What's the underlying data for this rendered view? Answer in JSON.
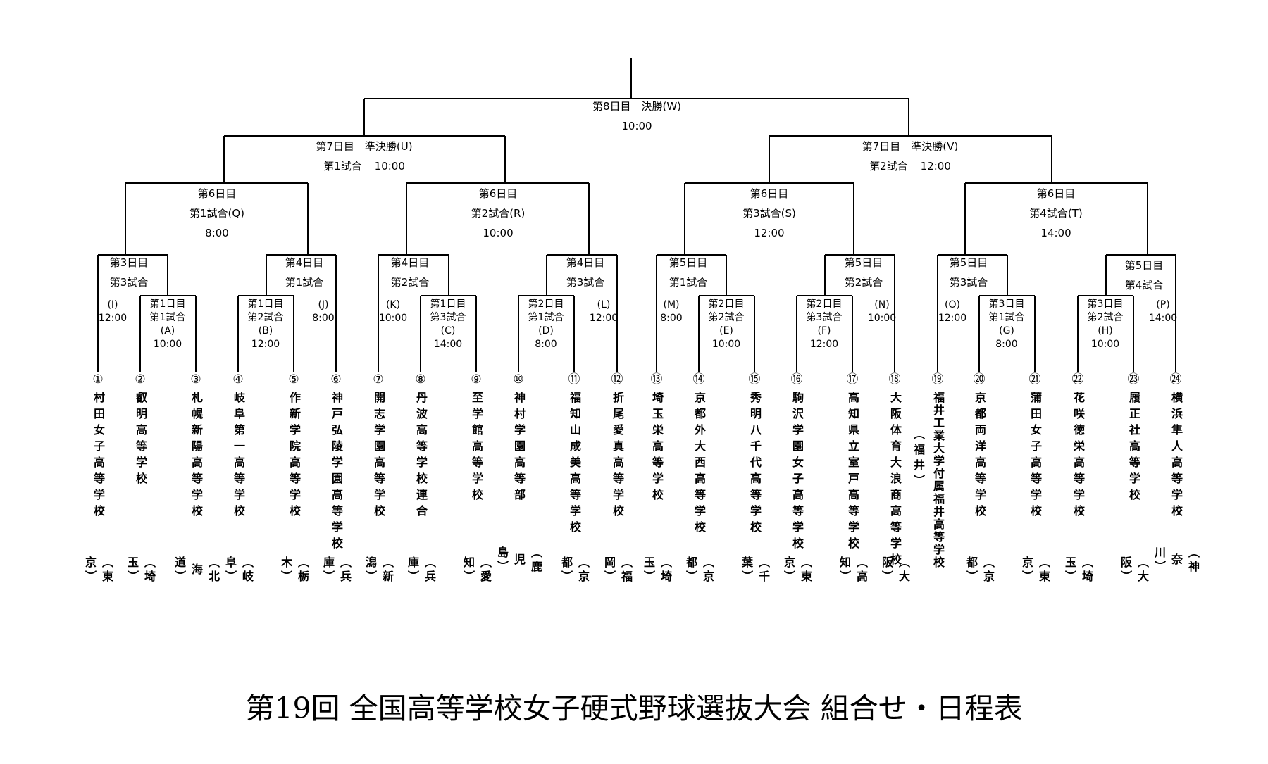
{
  "title": "第19回 全国高等学校女子硬式野球選抜大会 組合せ・日程表",
  "final": {
    "line1": "第8日目　決勝(W)",
    "line2": "10:00"
  },
  "semis": [
    {
      "line1": "第7日目　準決勝(U)",
      "match": "第1試合",
      "time": "10:00"
    },
    {
      "line1": "第7日目　準決勝(V)",
      "match": "第2試合",
      "time": "12:00"
    }
  ],
  "quarters": [
    {
      "day": "第6日目",
      "match": "第1試合(Q)",
      "time": "8:00"
    },
    {
      "day": "第6日目",
      "match": "第2試合(R)",
      "time": "10:00"
    },
    {
      "day": "第6日目",
      "match": "第3試合(S)",
      "time": "12:00"
    },
    {
      "day": "第6日目",
      "match": "第4試合(T)",
      "time": "14:00"
    }
  ],
  "round2": [
    {
      "day": "第3日目",
      "match": "第3試合",
      "code": "(I)",
      "time": "12:00"
    },
    {
      "day": "第4日目",
      "match": "第1試合",
      "code": "(J)",
      "time": "8:00"
    },
    {
      "day": "第4日目",
      "match": "第2試合",
      "code": "(K)",
      "time": "10:00"
    },
    {
      "day": "第4日目",
      "match": "第3試合",
      "code": "(L)",
      "time": "12:00"
    },
    {
      "day": "第5日目",
      "match": "第1試合",
      "code": "(M)",
      "time": "8:00"
    },
    {
      "day": "第5日目",
      "match": "第2試合",
      "code": "(N)",
      "time": "10:00"
    },
    {
      "day": "第5日目",
      "match": "第3試合",
      "code": "(O)",
      "time": "12:00"
    },
    {
      "day": "第5日目",
      "match": "第4試合",
      "code": "(P)",
      "time": "14:00"
    }
  ],
  "round1": [
    {
      "day": "第1日目",
      "match": "第1試合",
      "code": "(A)",
      "time": "10:00"
    },
    {
      "day": "第1日目",
      "match": "第2試合",
      "code": "(B)",
      "time": "12:00"
    },
    {
      "day": "第1日目",
      "match": "第3試合",
      "code": "(C)",
      "time": "14:00"
    },
    {
      "day": "第2日目",
      "match": "第1試合",
      "code": "(D)",
      "time": "8:00"
    },
    {
      "day": "第2日目",
      "match": "第2試合",
      "code": "(E)",
      "time": "10:00"
    },
    {
      "day": "第2日目",
      "match": "第3試合",
      "code": "(F)",
      "time": "12:00"
    },
    {
      "day": "第3日目",
      "match": "第1試合",
      "code": "(G)",
      "time": "8:00"
    },
    {
      "day": "第3日目",
      "match": "第2試合",
      "code": "(H)",
      "time": "10:00"
    }
  ],
  "teams": [
    {
      "num": "①",
      "name": "村田女子高等学校",
      "pref": "（東京）"
    },
    {
      "num": "②",
      "name": "叡明高等学校",
      "pref": "（埼玉）"
    },
    {
      "num": "③",
      "name": "札幌新陽高等学校",
      "pref": "（北海道）"
    },
    {
      "num": "④",
      "name": "岐阜第一高等学校",
      "pref": "（岐阜）"
    },
    {
      "num": "⑤",
      "name": "作新学院高等学校",
      "pref": "（栃木）"
    },
    {
      "num": "⑥",
      "name": "神戸弘陵学園高等学校",
      "pref": "（兵庫）"
    },
    {
      "num": "⑦",
      "name": "開志学園高等学校",
      "pref": "（新潟）"
    },
    {
      "num": "⑧",
      "name": "丹波高等学校連合",
      "pref": "（兵庫）"
    },
    {
      "num": "⑨",
      "name": "至学館高等学校",
      "pref": "（愛知）"
    },
    {
      "num": "⑩",
      "name": "神村学園高等部",
      "pref": "（鹿児島）"
    },
    {
      "num": "⑪",
      "name": "福知山成美高等学校",
      "pref": "（京都）"
    },
    {
      "num": "⑫",
      "name": "折尾愛真高等学校",
      "pref": "（福岡）"
    },
    {
      "num": "⑬",
      "name": "埼玉栄高等学校",
      "pref": "（埼玉）"
    },
    {
      "num": "⑭",
      "name": "京都外大西高等学校",
      "pref": "（京都）"
    },
    {
      "num": "⑮",
      "name": "秀明八千代高等学校",
      "pref": "（千葉）"
    },
    {
      "num": "⑯",
      "name": "駒沢学園女子高等学校",
      "pref": "（東京）"
    },
    {
      "num": "⑰",
      "name": "高知県立室戸高等学校",
      "pref": "（高知）"
    },
    {
      "num": "⑱",
      "name": "大阪体育大浪商高等学校",
      "pref": "（大阪）"
    },
    {
      "num": "⑲",
      "name": "福井工業大学付属福井高等学校",
      "pref": "",
      "sub": "（福井）"
    },
    {
      "num": "⑳",
      "name": "京都両洋高等学校",
      "pref": "（京都）"
    },
    {
      "num": "㉑",
      "name": "蒲田女子高等学校",
      "pref": "（東京）"
    },
    {
      "num": "㉒",
      "name": "花咲徳栄高等学校",
      "pref": "（埼玉）"
    },
    {
      "num": "㉓",
      "name": "履正社高等学校",
      "pref": "（大阪）"
    },
    {
      "num": "㉔",
      "name": "横浜隼人高等学校",
      "pref": "（神奈川）"
    }
  ]
}
